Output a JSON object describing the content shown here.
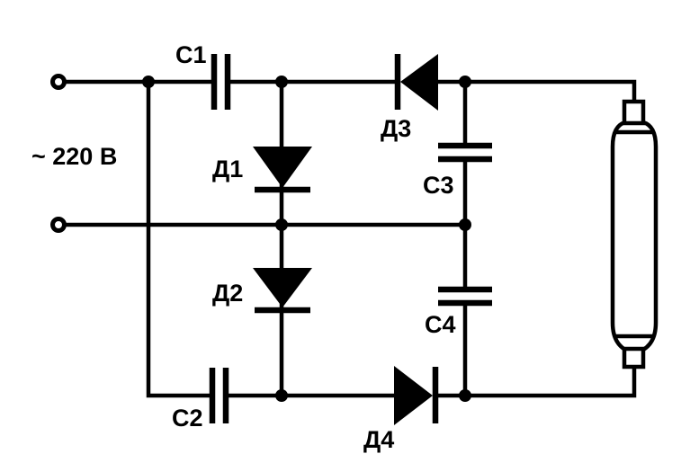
{
  "colors": {
    "ink": "#000000",
    "background": "#ffffff"
  },
  "source": {
    "label": "~ 220 В",
    "type": "ac-mains-input-terminals"
  },
  "components": {
    "c1": {
      "label": "C1",
      "type": "capacitor"
    },
    "c2": {
      "label": "C2",
      "type": "capacitor"
    },
    "c3": {
      "label": "C3",
      "type": "capacitor"
    },
    "c4": {
      "label": "C4",
      "type": "capacitor"
    },
    "d1": {
      "label": "Д1",
      "type": "diode",
      "direction": "down"
    },
    "d2": {
      "label": "Д2",
      "type": "diode",
      "direction": "down"
    },
    "d3": {
      "label": "Д3",
      "type": "diode",
      "direction": "left"
    },
    "d4": {
      "label": "Д4",
      "type": "diode",
      "direction": "right"
    },
    "lamp": {
      "type": "fluorescent-tube"
    }
  }
}
